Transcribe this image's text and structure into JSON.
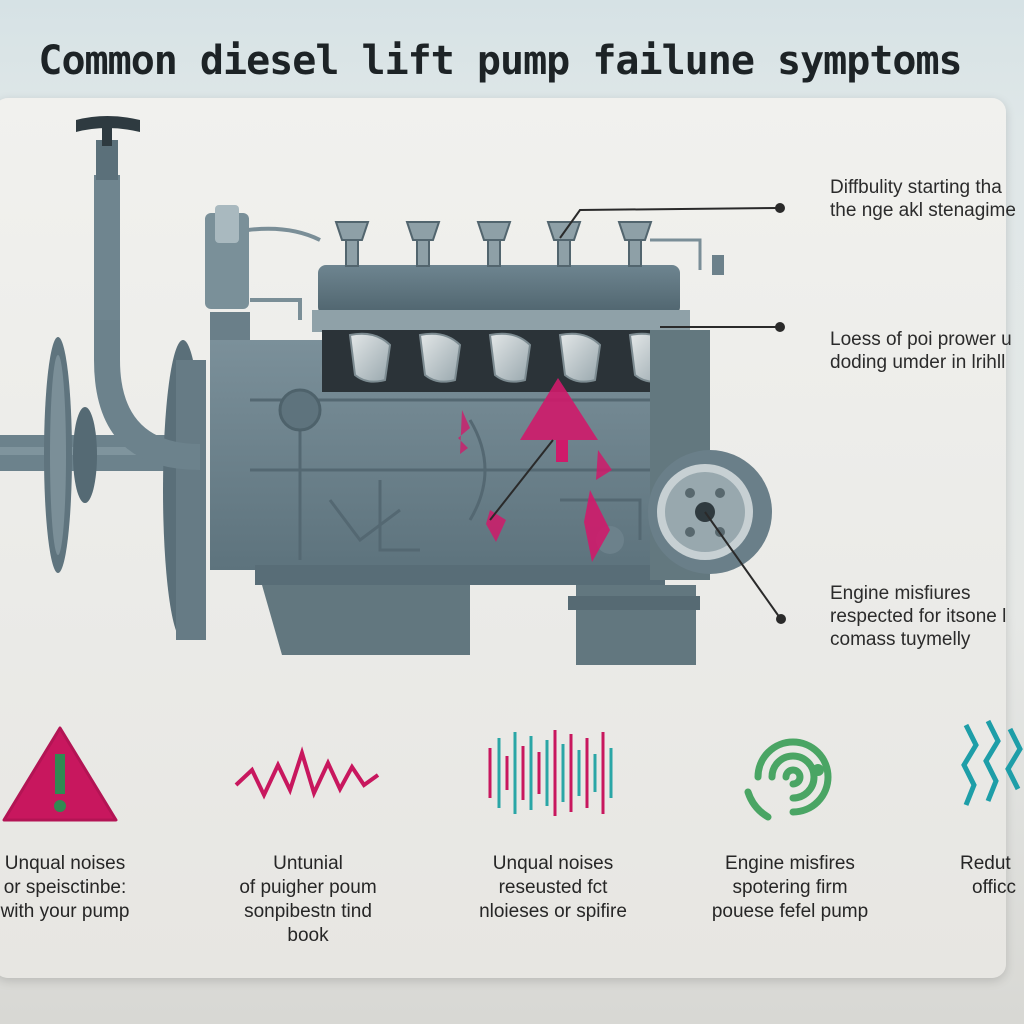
{
  "title": "Common diesel lift pump failune symptoms",
  "callouts": [
    {
      "line1": "Diffbulity starting tha",
      "line2": "the nge akl stenagime"
    },
    {
      "line1": "Loess of poi prower u",
      "line2": "doding umder in lrihll"
    },
    {
      "line1": "Engine misfiures",
      "line2": "respected for itsone l",
      "line3": "comass tuymelly"
    }
  ],
  "symptoms": [
    {
      "icon": "warning-triangle-icon",
      "color": "#c8175e",
      "lines": [
        "Unqual noises",
        "or speisctinbe:",
        "with your pump"
      ]
    },
    {
      "icon": "zigzag-noise-icon",
      "color": "#c8175e",
      "lines": [
        "Untunial",
        "of puigher poum",
        "sonpibestn tind",
        "book"
      ]
    },
    {
      "icon": "waveform-icon",
      "color": "#2aa6a6",
      "lines": [
        "Unqual noises",
        "reseusted fct",
        "nloieses or spifire"
      ]
    },
    {
      "icon": "gauge-rings-icon",
      "color": "#4aa564",
      "lines": [
        "Engine misfires",
        "spotering firm",
        "pouese fefel pump"
      ]
    },
    {
      "icon": "wave-lines-icon",
      "color": "#1e9ea8",
      "lines": [
        "Redut",
        "officc"
      ]
    }
  ],
  "colors": {
    "engine": "#6c828c",
    "engine_dark": "#4d616a",
    "accent_pink": "#cf1a6a"
  }
}
